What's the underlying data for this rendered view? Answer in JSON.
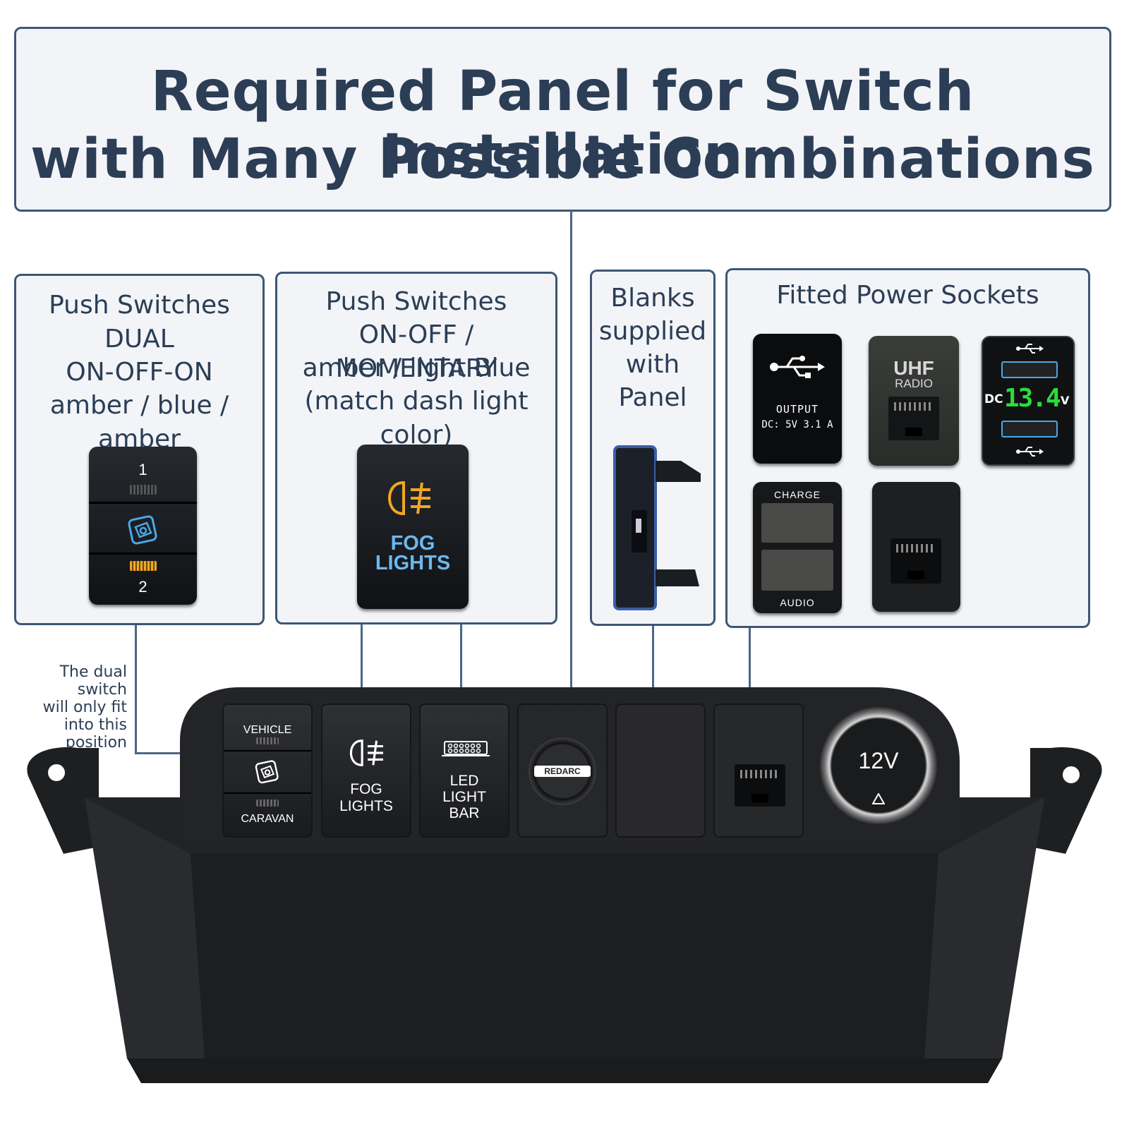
{
  "title": {
    "line1": "Required Panel for Switch Installation",
    "line2": "with Many Possible Combinations"
  },
  "callouts": {
    "dual": {
      "lines": [
        "Push Switches",
        "DUAL",
        "ON-OFF-ON",
        "amber / blue / amber"
      ]
    },
    "push": {
      "lines": [
        "Push Switches",
        "ON-OFF / MOMENTARY",
        "amber / light Blue",
        "(match dash light color)"
      ]
    },
    "blanks": {
      "lines": [
        "Blanks",
        "supplied",
        "with",
        "Panel"
      ]
    },
    "sockets": {
      "title": "Fitted Power Sockets"
    }
  },
  "dual_switch": {
    "top": "1",
    "bottom": "2",
    "icon": "camera-cube-icon"
  },
  "fog_switch": {
    "label1": "FOG",
    "label2": "LIGHTS",
    "icon": "fog-light-icon"
  },
  "sockets": {
    "usb_output": {
      "line1": "OUTPUT",
      "line2": "DC:  5V  3.1 A",
      "icon": "usb-icon"
    },
    "uhf": {
      "line1": "UHF",
      "line2": "RADIO"
    },
    "voltmeter": {
      "dc": "DC",
      "reading": "13.4",
      "unit": "V",
      "color": "#2bdc3c"
    },
    "charge_audio": {
      "top": "CHARGE",
      "bottom": "AUDIO"
    }
  },
  "note": {
    "lines": [
      "The dual switch",
      "will only fit",
      "into this position"
    ]
  },
  "panel": {
    "dual_top": "VEHICLE",
    "dual_bottom": "CARAVAN",
    "fog1": "FOG",
    "fog2": "LIGHTS",
    "led1": "LED",
    "led2": "LIGHT",
    "led3": "BAR",
    "redarc": "REDARC",
    "socket": "12V"
  },
  "colors": {
    "outline": "#3d5773",
    "text": "#2c3e55",
    "amber": "#f2a623",
    "blue": "#4aa8e8"
  }
}
